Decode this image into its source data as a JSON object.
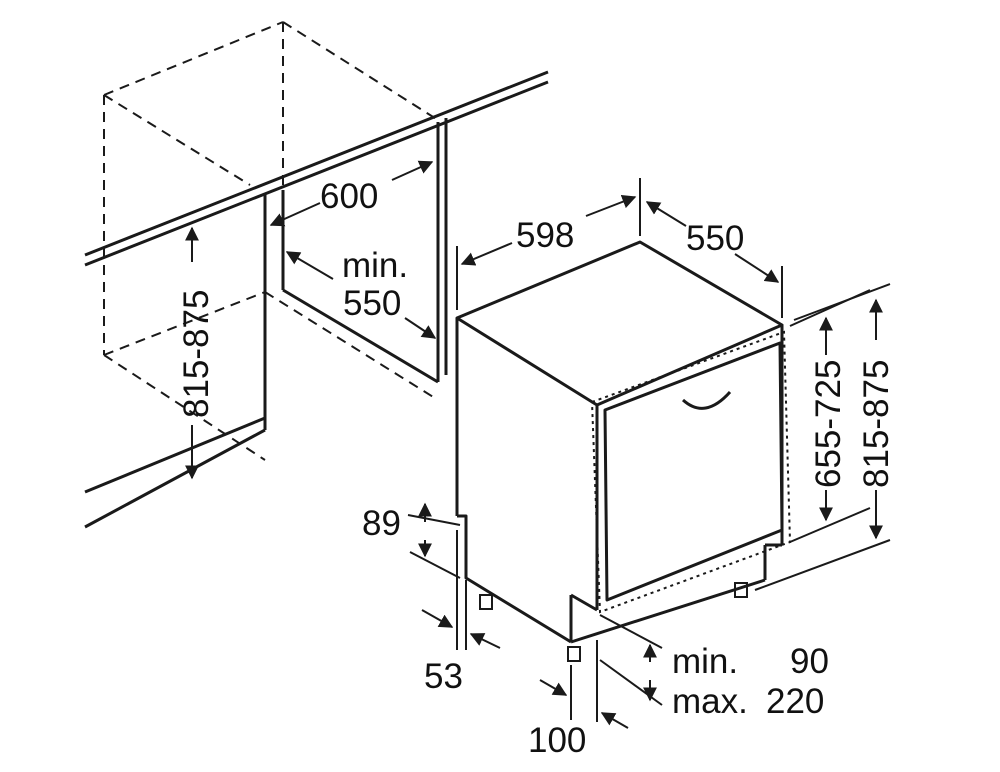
{
  "dimensions": {
    "cabinet_width": "600",
    "cabinet_height": "815-875",
    "cabinet_depth_min": "min.",
    "cabinet_depth_value": "550",
    "appliance_width": "598",
    "appliance_depth": "550",
    "door_height": "655-725",
    "appliance_height": "815-875",
    "plinth_height": "89",
    "plinth_setback": "53",
    "foot_offset": "100",
    "adjust_min_label": "min.",
    "adjust_min_value": "90",
    "adjust_max_label": "max.",
    "adjust_max_value": "220"
  }
}
